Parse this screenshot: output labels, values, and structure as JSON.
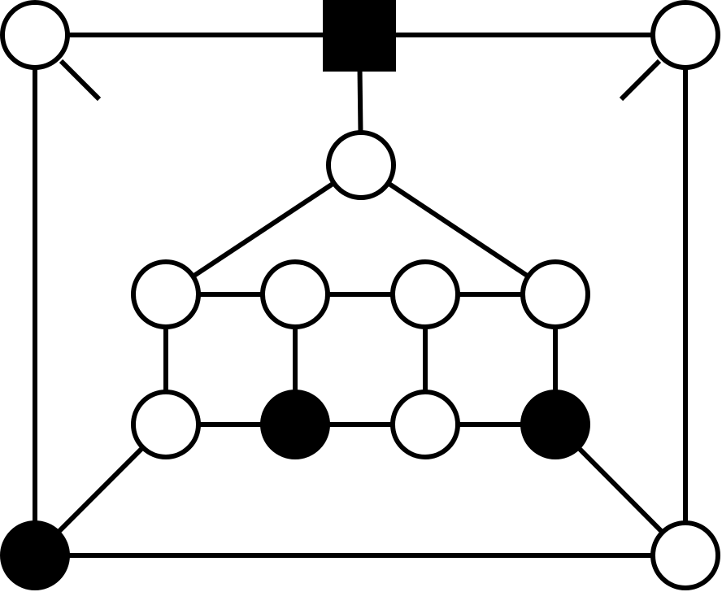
{
  "colors": {
    "stroke": "#000000",
    "filled": "#000000",
    "empty": "#ffffff",
    "background": "#ffffff"
  },
  "graph": {
    "nodes": [
      {
        "id": "top-left",
        "shape": "circle",
        "filled": false
      },
      {
        "id": "top-square",
        "shape": "square",
        "filled": true
      },
      {
        "id": "top-right",
        "shape": "circle",
        "filled": false
      },
      {
        "id": "apex",
        "shape": "circle",
        "filled": false
      },
      {
        "id": "row1-col1",
        "shape": "circle",
        "filled": false
      },
      {
        "id": "row1-col2",
        "shape": "circle",
        "filled": false
      },
      {
        "id": "row1-col3",
        "shape": "circle",
        "filled": false
      },
      {
        "id": "row1-col4",
        "shape": "circle",
        "filled": false
      },
      {
        "id": "row2-col1",
        "shape": "circle",
        "filled": false
      },
      {
        "id": "row2-col2",
        "shape": "circle",
        "filled": true
      },
      {
        "id": "row2-col3",
        "shape": "circle",
        "filled": false
      },
      {
        "id": "row2-col4",
        "shape": "circle",
        "filled": true
      },
      {
        "id": "bottom-left",
        "shape": "circle",
        "filled": true
      },
      {
        "id": "bottom-right",
        "shape": "circle",
        "filled": false
      }
    ],
    "edges": [
      [
        "top-left",
        "top-square"
      ],
      [
        "top-square",
        "top-right"
      ],
      [
        "top-left",
        "bottom-left"
      ],
      [
        "top-right",
        "bottom-right"
      ],
      [
        "bottom-left",
        "bottom-right"
      ],
      [
        "top-square",
        "apex"
      ],
      [
        "apex",
        "row1-col1"
      ],
      [
        "apex",
        "row1-col4"
      ],
      [
        "row1-col1",
        "row1-col2"
      ],
      [
        "row1-col2",
        "row1-col3"
      ],
      [
        "row1-col3",
        "row1-col4"
      ],
      [
        "row2-col1",
        "row2-col2"
      ],
      [
        "row2-col2",
        "row2-col3"
      ],
      [
        "row2-col3",
        "row2-col4"
      ],
      [
        "row1-col1",
        "row2-col1"
      ],
      [
        "row1-col2",
        "row2-col2"
      ],
      [
        "row1-col3",
        "row2-col3"
      ],
      [
        "row1-col4",
        "row2-col4"
      ],
      [
        "row2-col1",
        "bottom-left"
      ],
      [
        "row2-col4",
        "bottom-right"
      ]
    ],
    "stubs": [
      {
        "from": "top-left",
        "direction": "down-right"
      },
      {
        "from": "top-right",
        "direction": "down-left"
      }
    ]
  }
}
